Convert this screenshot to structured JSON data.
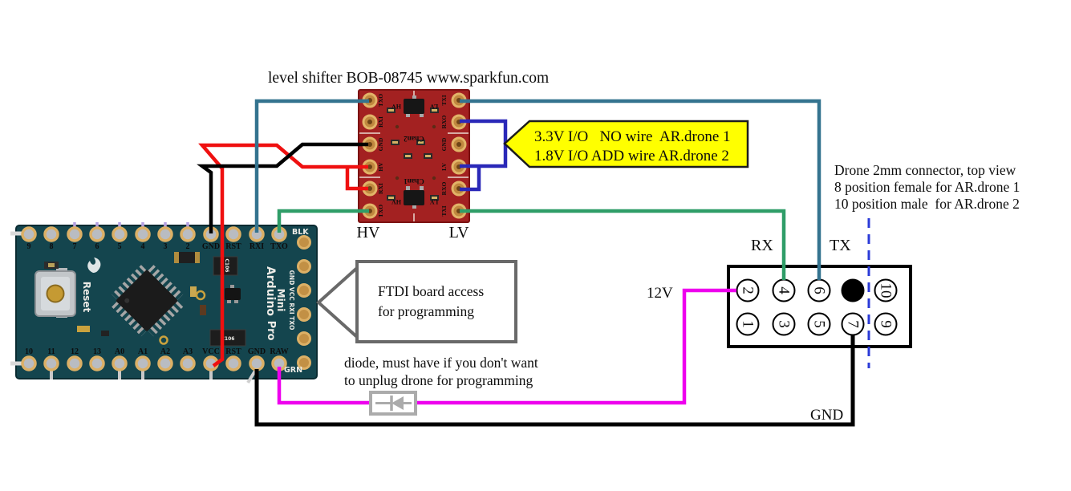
{
  "title": "level shifter BOB-08745 www.sparkfun.com",
  "level_shifter": {
    "left_pins": [
      "TXO",
      "RXI",
      "GND",
      "HV",
      "RXI",
      "TXO"
    ],
    "right_pins": [
      "TXI",
      "RXO",
      "GND",
      "LV",
      "RXO",
      "TXI"
    ],
    "silk_hv": "HV",
    "silk_lv": "LV",
    "chan2": "Chan2",
    "chan1": "Chan1",
    "hv_label": "HV",
    "lv_label": "LV"
  },
  "voltage_callout": {
    "line1": "3.3V I/O   NO wire  AR.drone 1",
    "line2": "1.8V I/O ADD wire AR.drone 2"
  },
  "ftdi_callout": {
    "line1": "FTDI board access",
    "line2": "for programming"
  },
  "drone_note": {
    "line1": "Drone 2mm connector, top view",
    "line2": "8 position female for AR.drone 1",
    "line3": "10 position male  for AR.drone 2"
  },
  "diode_note": {
    "line1": "diode, must have if you don't want",
    "line2": "to unplug drone for programming"
  },
  "labels": {
    "rx": "RX",
    "tx": "TX",
    "v12": "12V",
    "gnd": "GND"
  },
  "connector": {
    "pins_top": [
      "2",
      "4",
      "6",
      "10"
    ],
    "pins_bottom": [
      "1",
      "3",
      "5",
      "7",
      "9"
    ]
  },
  "arduino": {
    "top_pins": [
      "9",
      "8",
      "7",
      "6",
      "5",
      "4",
      "3",
      "2",
      "GND",
      "RST",
      "RXI",
      "TXO"
    ],
    "bottom_pins": [
      "10",
      "11",
      "12",
      "13",
      "A0",
      "A1",
      "A2",
      "A3",
      "VCC",
      "RST",
      "GND",
      "RAW"
    ],
    "blk": "BLK",
    "grn": "GRN",
    "reset": "Reset",
    "brand_line1": "Arduino",
    "brand_line2": "Mini",
    "brand_line3": "Pro",
    "side_labels": "GND VCC RXI TXO",
    "cap_label": "C106"
  },
  "colors": {
    "teal": "#34738f",
    "green": "#2f9d68",
    "blue": "#2a28b8",
    "magenta": "#ee00ee",
    "red": "#ef1010",
    "black": "#000000",
    "dashed_blue": "#2b3bd8",
    "yellow": "#ffff00",
    "pcb_red": "#a32121",
    "pcb_teal": "#14454e"
  }
}
